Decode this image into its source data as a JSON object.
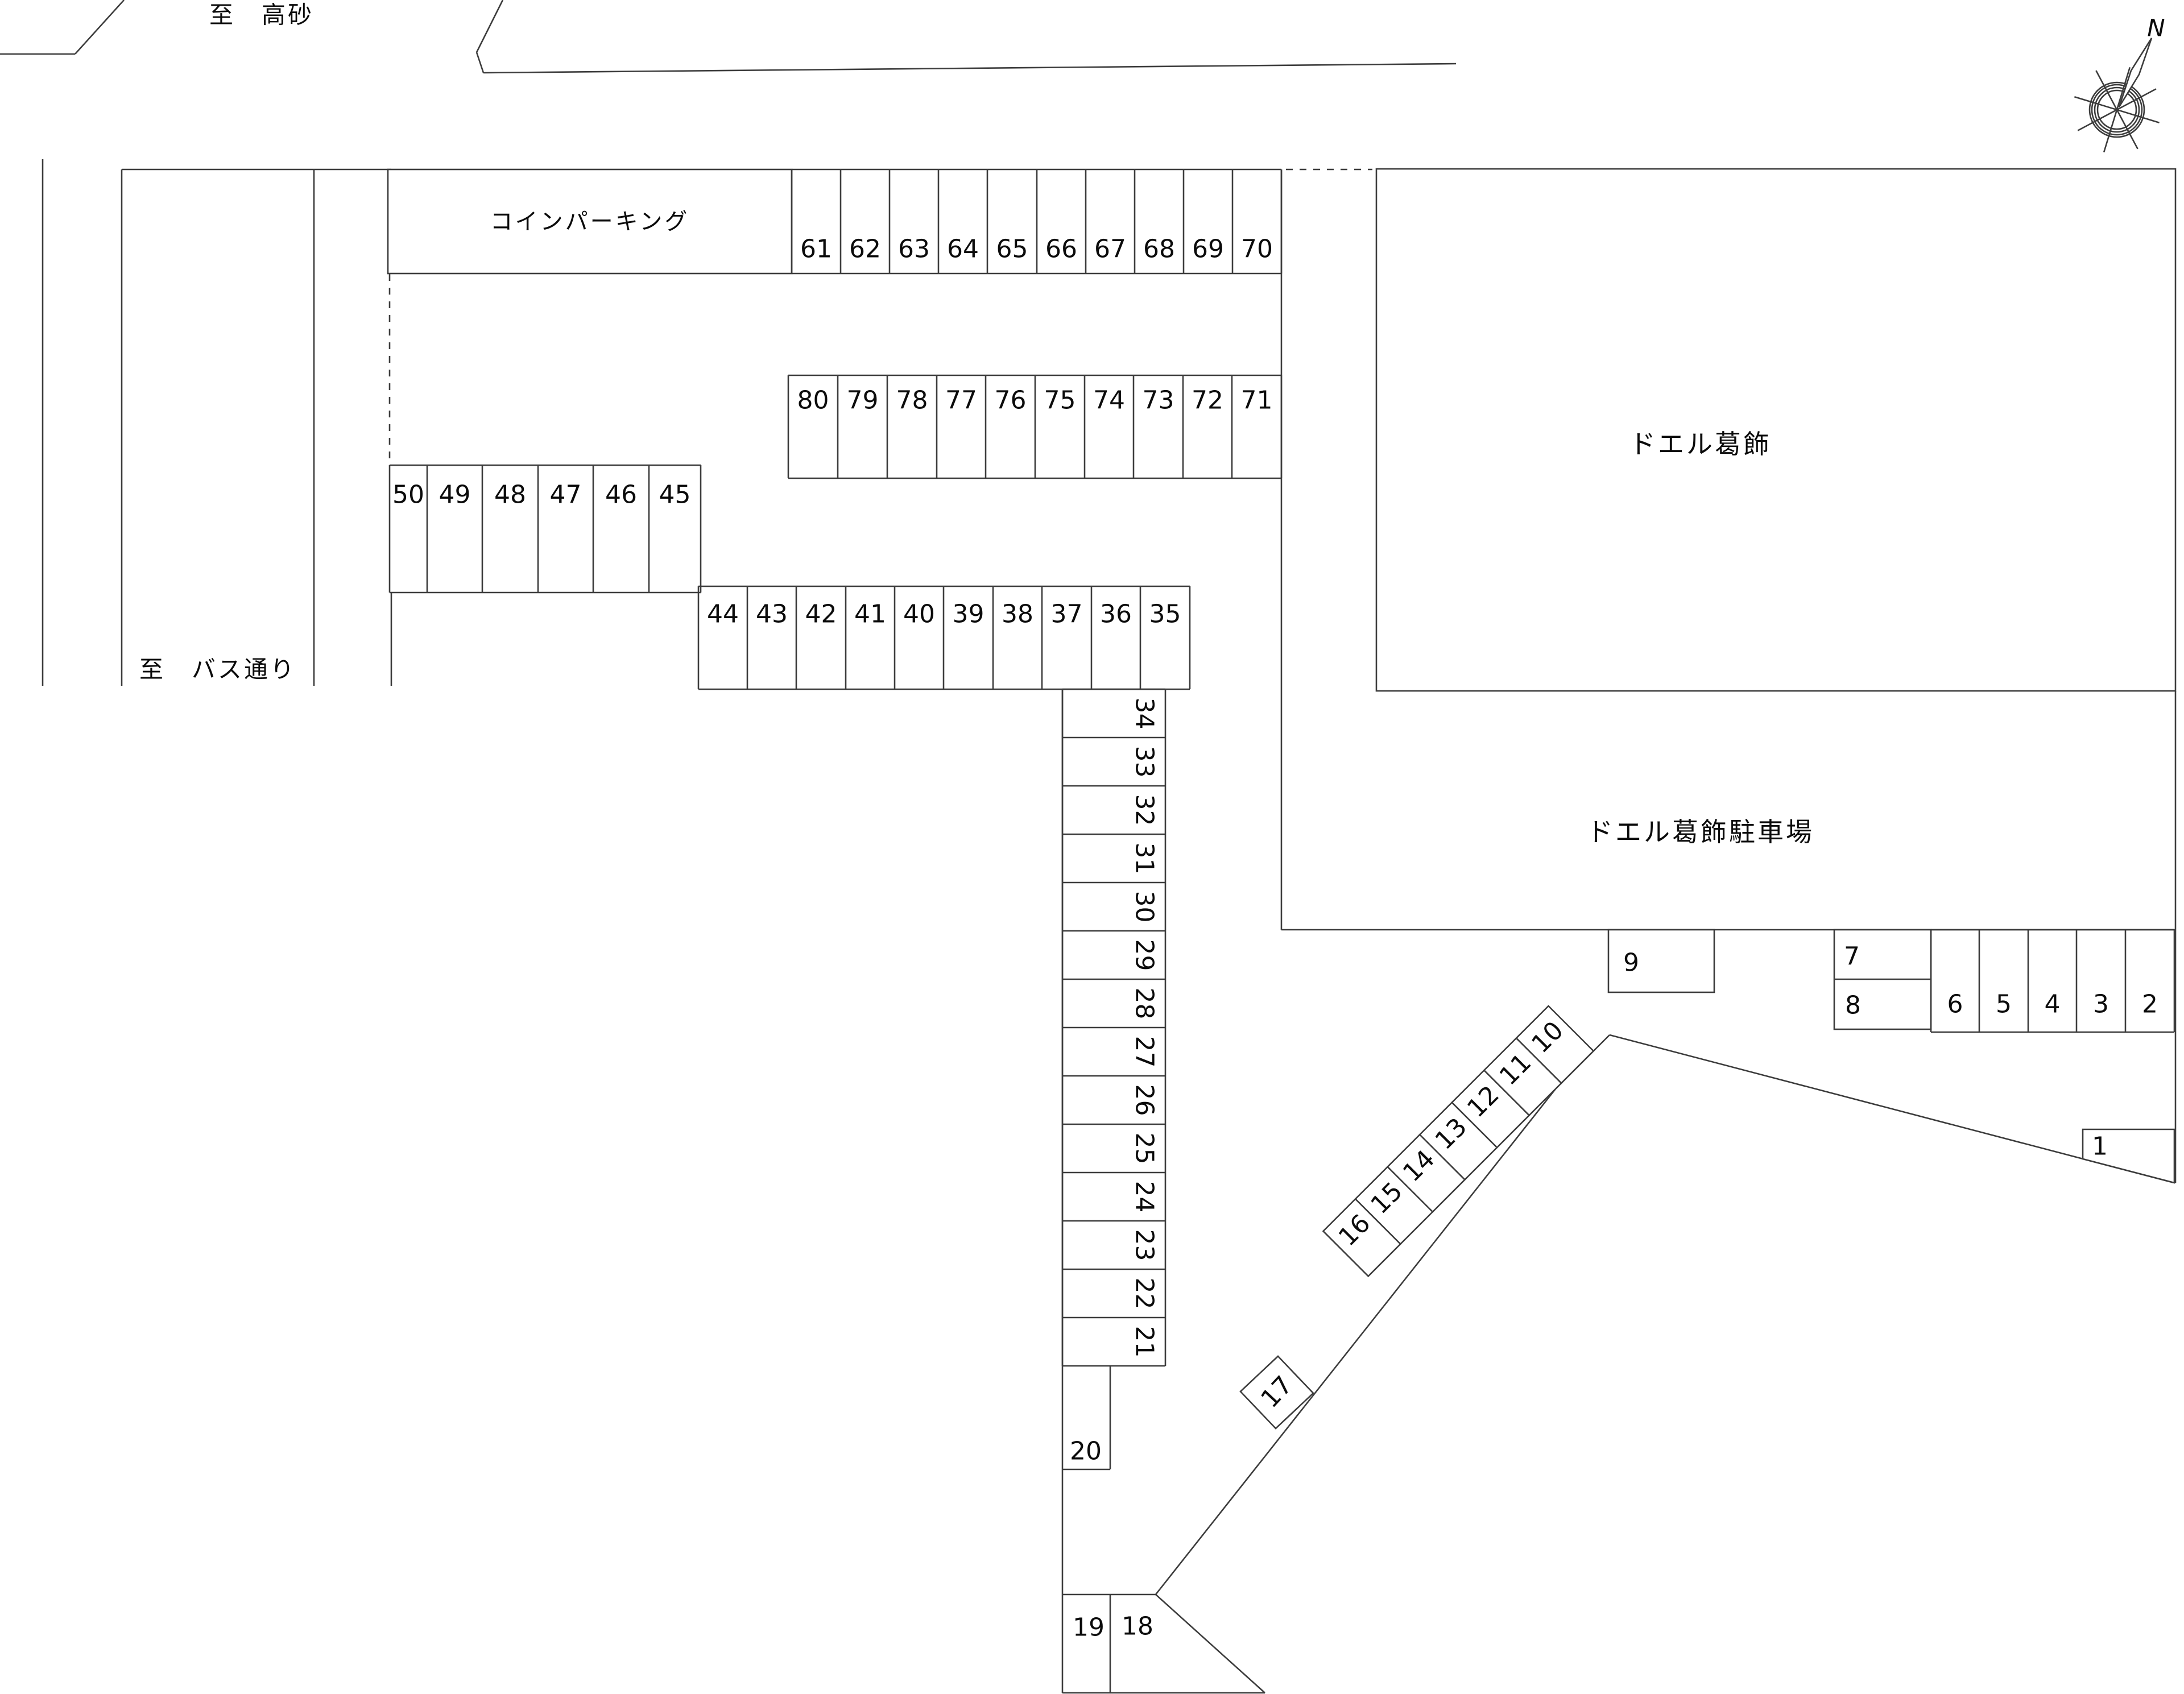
{
  "labels": {
    "to_takasago": "至　高砂",
    "to_bus_street": "至　バス通り",
    "coin_parking": "コインパーキング",
    "building": "ドエル葛飾",
    "parking_lot": "ドエル葛飾駐車場",
    "compass_north": "N"
  },
  "colors": {
    "ink": "#3c3c3c",
    "text": "#0b0b0b",
    "background": "#ffffff"
  },
  "spaces": {
    "coin_row_61_70": [
      "61",
      "62",
      "63",
      "64",
      "65",
      "66",
      "67",
      "68",
      "69",
      "70"
    ],
    "coin_row_80_71": [
      "80",
      "79",
      "78",
      "77",
      "76",
      "75",
      "74",
      "73",
      "72",
      "71"
    ],
    "row_50_45": [
      "50",
      "49",
      "48",
      "47",
      "46",
      "45"
    ],
    "row_44_35": [
      "44",
      "43",
      "42",
      "41",
      "40",
      "39",
      "38",
      "37",
      "36",
      "35"
    ],
    "col_34_21": [
      "34",
      "33",
      "32",
      "31",
      "30",
      "29",
      "28",
      "27",
      "26",
      "25",
      "24",
      "23",
      "22",
      "21"
    ],
    "diag_10_16": [
      "10",
      "11",
      "12",
      "13",
      "14",
      "15",
      "16"
    ],
    "row_6_2": [
      "6",
      "5",
      "4",
      "3",
      "2"
    ],
    "single_9": "9",
    "single_7": "7",
    "single_8": "8",
    "single_20": "20",
    "single_19": "19",
    "single_18": "18",
    "single_17": "17",
    "single_1": "1"
  }
}
